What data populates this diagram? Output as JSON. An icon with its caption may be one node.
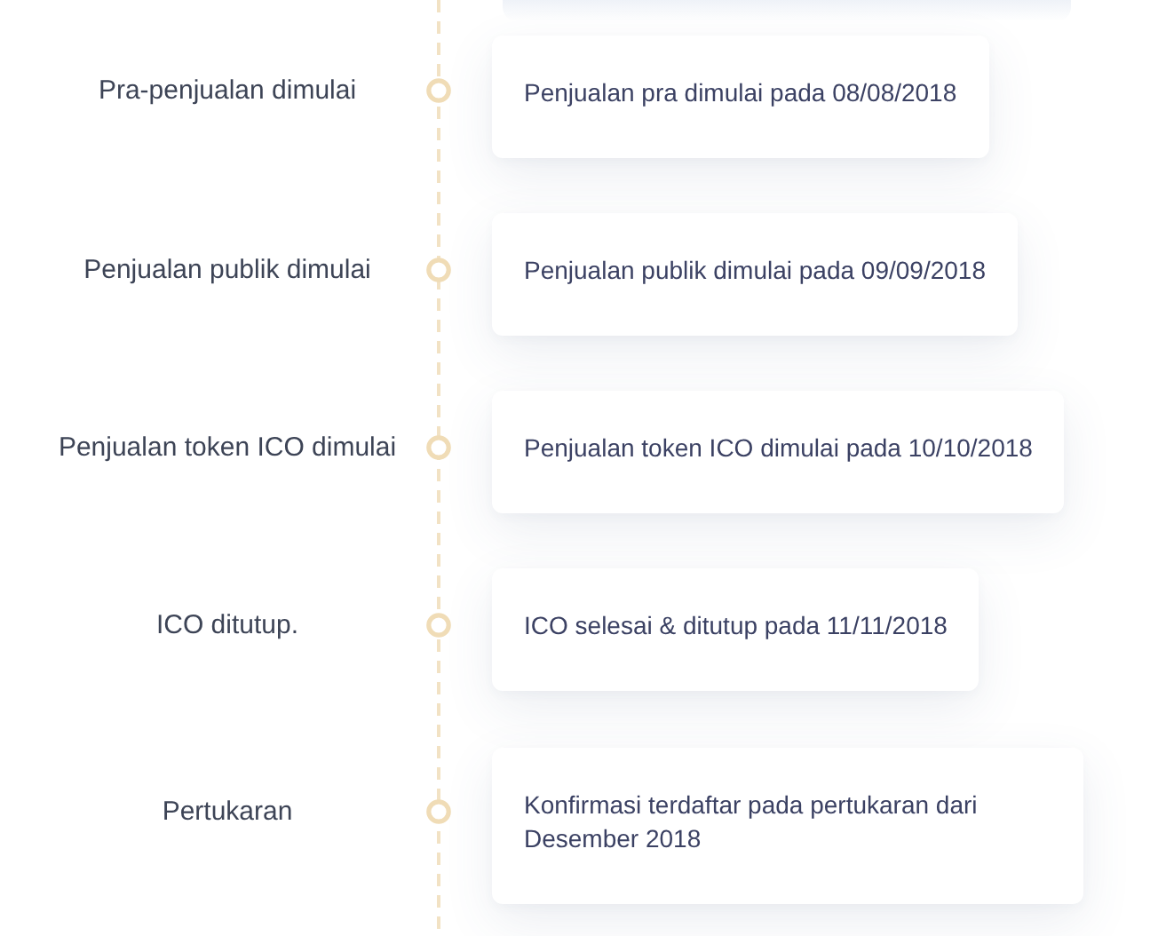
{
  "diagram": {
    "nodes": [
      {
        "text": [
          "Penjualan pra dimulai pada 08/08/2018"
        ]
      },
      {
        "text": [
          "Penjualan publik dimulai pada 09/09/2018"
        ]
      },
      {
        "text": [
          "Penjualan token ICO dimulai pada 10/10/2018"
        ]
      },
      {
        "text": [
          "ICO selesai & ditutup pada 11/11/2018"
        ]
      },
      {
        "text": [
          "Konfirmasi terdaftar pada pertukaran dari Desember 2018"
        ]
      }
    ],
    "labels": [
      "Pra-penjualan dimulai",
      "Penjualan publik dimulai",
      "Penjualan token ICO dimulai",
      "ICO ditutup.",
      "Pertukaran"
    ]
  }
}
